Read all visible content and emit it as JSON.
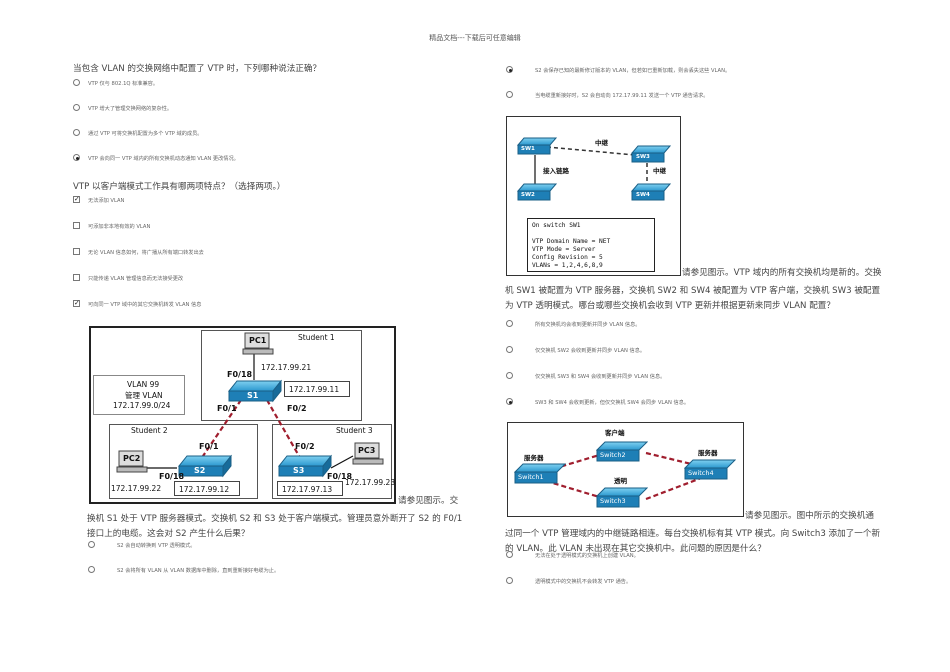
{
  "header": "精品文档---下载后可任意编辑",
  "left": {
    "q1": {
      "title": "当包含 VLAN 的交换网络中配置了 VTP 时，下列哪种说法正确？",
      "options": [
        "VTP 仅与 802.1Q 标准兼容。",
        "VTP 增大了管理交换网络的复杂性。",
        "通过 VTP 可将交换机配置为多个 VTP 域的成员。",
        "VTP 会向同一 VTP 域内的所有交换机动态通知 VLAN 更改情况。"
      ]
    },
    "q2": {
      "title": "VTP 以客户端模式工作具有哪两项特点？（选择两项。）",
      "options": [
        "无法添加 VLAN",
        "可添加非本地有效的 VLAN",
        "无论 VLAN 信息如何，将广播从所有端口转发出去",
        "只能传递 VLAN 管理信息而无法接受更改",
        "可向同一 VTP 域中的其它交换机转发 VLAN 信息"
      ]
    },
    "fig1": {
      "student1": "Student 1",
      "student2": "Student 2",
      "student3": "Student 3",
      "pc1": "PC1",
      "pc2": "PC2",
      "pc3": "PC3",
      "s1": "S1",
      "s2": "S2",
      "s3": "S3",
      "ip_pc1": "172.17.99.21",
      "ip_s1": "172.17.99.11",
      "ip_pc2": "172.17.99.22",
      "ip_s2": "172.17.99.12",
      "ip_s3": "172.17.97.13",
      "ip_pc3": "172.17.99.23",
      "vlan_line1": "VLAN 99",
      "vlan_line2": "管理 VLAN",
      "vlan_line3": "172.17.99.0/24",
      "s1_f018": "F0/18",
      "s1_f01": "F0/1",
      "s1_f02": "F0/2",
      "s2_f01": "F0/1",
      "s2_f018": "F0/18",
      "s3_f02": "F0/2",
      "s3_f018": "F0/18"
    },
    "q3": {
      "text_after_fig": "请参见图示。交",
      "text": "换机 S1 处于 VTP 服务器模式。交换机 S2 和 S3 处于客户端模式。管理员意外断开了 S2 的 F0/1 接口上的电缆。这会对 S2 产生什么后果？",
      "options": [
        "S2 会自动转换到 VTP 透明模式。",
        "S2 会将所有 VLAN 从 VLAN 数据库中删除，直到重新接好电缆为止。"
      ]
    }
  },
  "right": {
    "q3_more": [
      "S2 会保存已知的最新修订版本的 VLAN，但若如已重新加载，则会丢失这些 VLAN。",
      "当电缆重新接好时，S2 会自动向 172.17.99.11 发送一个 VTP 通告请求。"
    ],
    "fig2": {
      "trunk1": "中继",
      "trunk2": "中继",
      "access": "接入链路",
      "sw1": "SW1",
      "sw2": "SW2",
      "sw3": "SW3",
      "sw4": "SW4",
      "config": "On switch SW1\n\nVTP Domain Name = NET\nVTP Mode = Server\nConfig Revision = 5\nVLANs = 1,2,4,6,8,9"
    },
    "q4": {
      "text_after_fig": "请参见图示。VTP 域内的所有交换机均是新的。交换",
      "text": "机 SW1 被配置为 VTP 服务器，交换机 SW2 和 SW4 被配置为 VTP 客户端，交换机 SW3 被配置为 VTP 透明模式。哪台或哪些交换机会收到 VTP 更新并根据更新来同步 VLAN 配置？",
      "options": [
        "所有交换机均会收到更新并同步 VLAN 信息。",
        "仅交换机 SW2 会收到更新并同步 VLAN 信息。",
        "仅交换机 SW3 和 SW4 会收到更新并同步 VLAN 信息。",
        "SW3 和 SW4 会收到更新，但仅交换机 SW4 会同步 VLAN 信息。"
      ]
    },
    "fig3": {
      "client": "客户端",
      "server_left": "服务器",
      "server_right": "服务器",
      "transparent": "透明",
      "switch1": "Switch1",
      "switch2": "Switch2",
      "switch3": "Switch3",
      "switch4": "Switch4"
    },
    "q5": {
      "text_after_fig": "请参见图示。图中所示的交换机通",
      "text": "过同一个 VTP 管理域内的中继链路相连。每台交换机标有其 VTP 模式。向 Switch3 添加了一个新的 VLAN。此 VLAN 未出现在其它交换机中。此问题的原因是什么？",
      "options": [
        "无法在处于透明模式的交换机上创建 VLAN。",
        "透明模式中的交换机不会转发 VTP 通告。"
      ]
    }
  }
}
